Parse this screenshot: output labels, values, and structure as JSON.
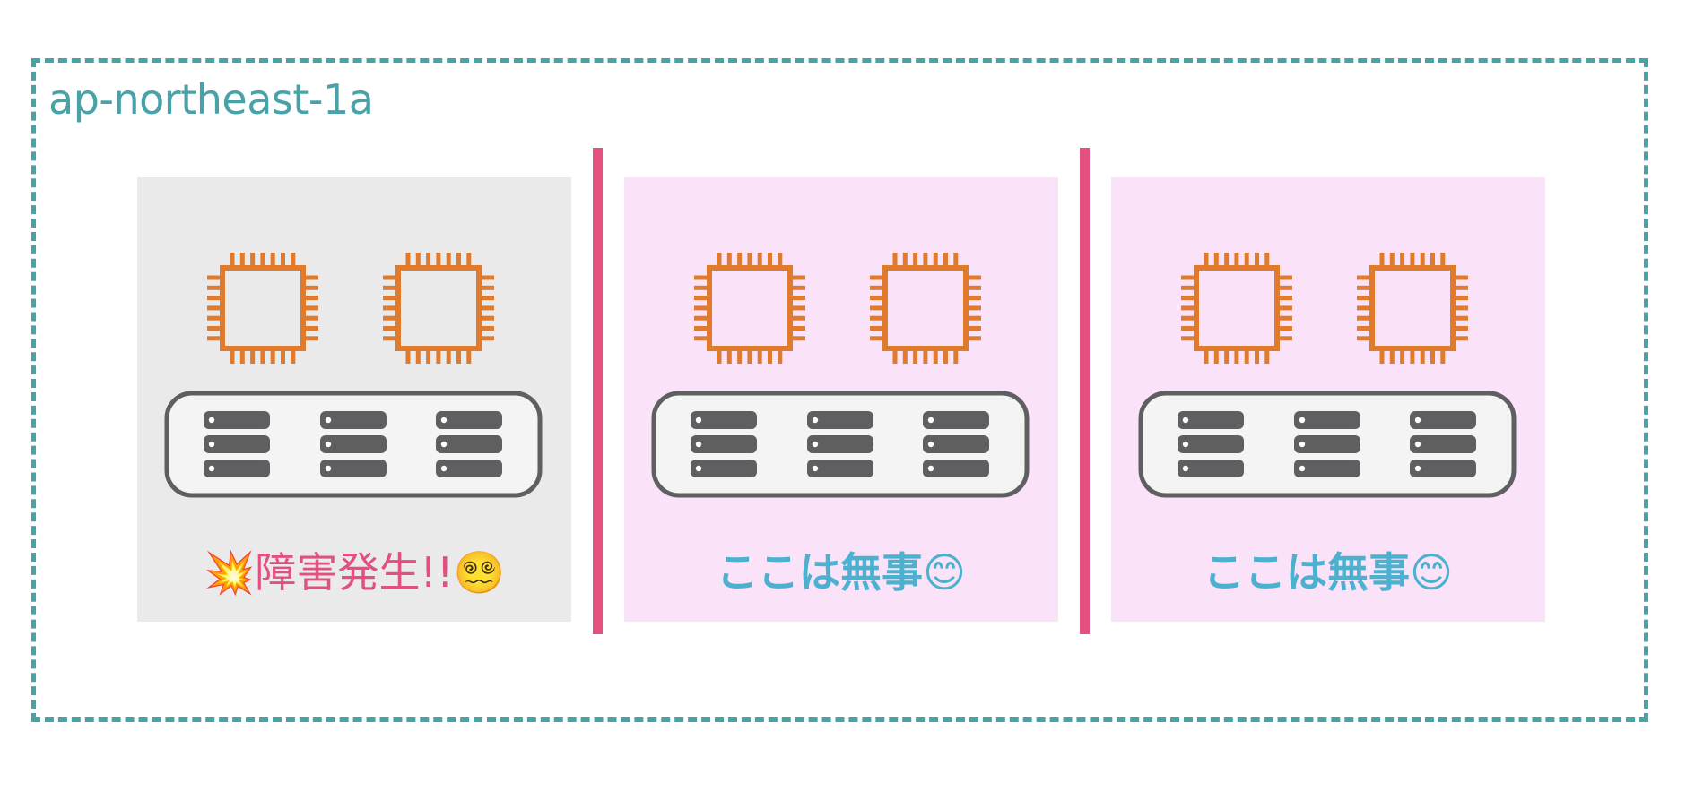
{
  "zone": {
    "label": "ap-northeast-1a"
  },
  "colors": {
    "zone_border": "#48a2a8",
    "divider": "#e5517f",
    "chip": "#e07b2e",
    "server_rack": "#5f5e60",
    "failed_bg": "#eaeaea",
    "healthy_bg": "#fae3f8",
    "failed_text": "#e0517f",
    "healthy_text": "#4cb0cf"
  },
  "cells": [
    {
      "status": "failed",
      "caption": "💥障害発生!!😵‍💫",
      "icons": [
        "cpu-chip-icon",
        "cpu-chip-icon",
        "server-rack-icon"
      ]
    },
    {
      "status": "healthy",
      "caption": "ここは無事😊",
      "icons": [
        "cpu-chip-icon",
        "cpu-chip-icon",
        "server-rack-icon"
      ]
    },
    {
      "status": "healthy",
      "caption": "ここは無事😊",
      "icons": [
        "cpu-chip-icon",
        "cpu-chip-icon",
        "server-rack-icon"
      ]
    }
  ]
}
